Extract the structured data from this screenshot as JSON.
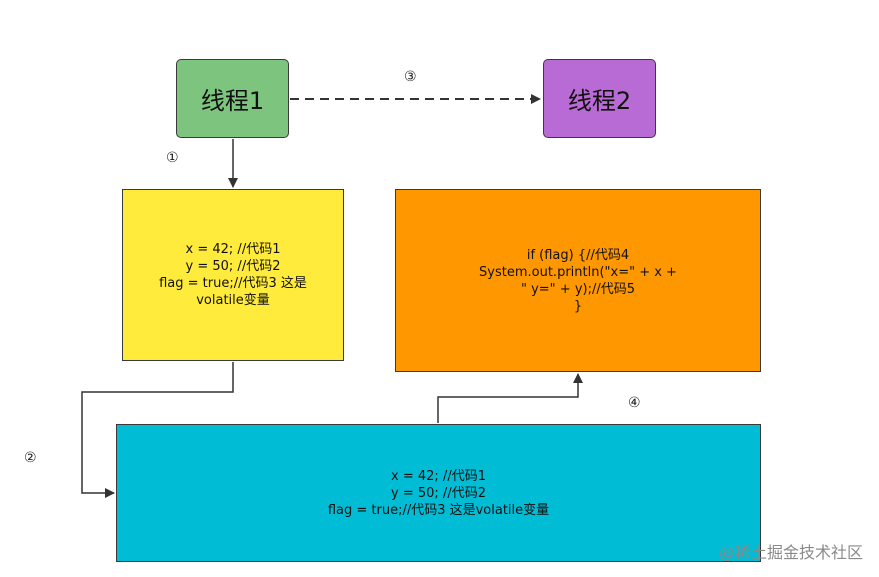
{
  "threads": {
    "thread1": "线程1",
    "thread2": "线程2"
  },
  "steps": {
    "one": "①",
    "two": "②",
    "three": "③",
    "four": "④"
  },
  "blocks": {
    "thread1_code": "x = 42;  //代码1\ny = 50; //代码2\nflag = true;//代码3 这是\nvolatile变量",
    "thread2_code": "if (flag) {//代码4\nSystem.out.println(\"x=\" + x +\n\" y=\" + y);//代码5\n}",
    "memory_code": "x = 42;  //代码1\ny = 50; //代码2\nflag = true;//代码3 这是volatile变量"
  },
  "colors": {
    "thread1": "#7dc57f",
    "thread2": "#b86bd4",
    "yellow": "#ffeb3b",
    "orange": "#ff9800",
    "cyan": "#00bcd4"
  },
  "watermark": "@稀土掘金技术社区"
}
